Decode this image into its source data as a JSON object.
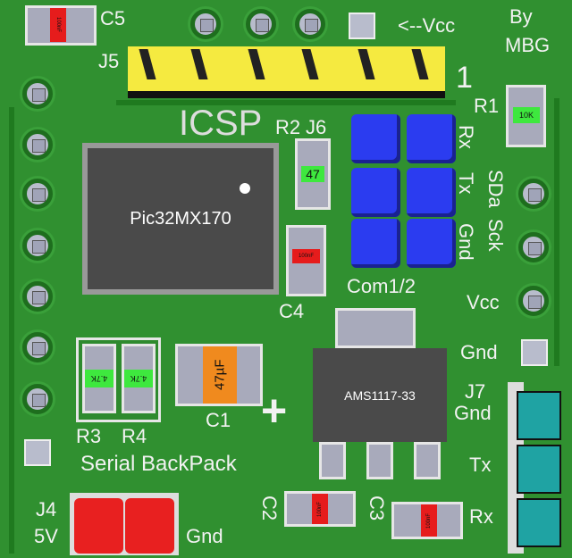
{
  "title": "By MBG",
  "labels": {
    "c5": "C5",
    "j5": "J5",
    "vcc_arrow": "<--Vcc",
    "by": "By",
    "mbg": "MBG",
    "pin1": "1",
    "r1": "R1",
    "icsp": "ICSP",
    "r2": "R2",
    "j6": "J6",
    "rx": "Rx",
    "tx": "Tx",
    "gnd": "Gnd",
    "sda": "SDa",
    "sck": "Sck",
    "c4": "C4",
    "com": "Com1/2",
    "vcc": "Vcc",
    "gnd2": "Gnd",
    "r3": "R3",
    "r4": "R4",
    "c1": "C1",
    "plus": "+",
    "j7": "J7",
    "j7_gnd": "Gnd",
    "j7_tx": "Tx",
    "j7_rx": "Rx",
    "backpack": "Serial BackPack",
    "j4": "J4",
    "v5": "5V",
    "j4_gnd": "Gnd",
    "c2": "C2",
    "c3": "C3"
  },
  "parts": {
    "mcu": "Pic32MX170",
    "regulator": "AMS1117-33",
    "c5_val": "100nF",
    "r1_val": "10K",
    "r2_val": "47",
    "c4_val": "100nF",
    "r3_val": "4.7K",
    "r4_val": "4.7K",
    "c1_val": "47µF",
    "c2_val": "100nF",
    "c3_val": "100nF"
  },
  "colors": {
    "board": "#309030",
    "header_yellow": "#f5ea40",
    "jumper_blue": "#2b3cf0",
    "header_teal": "#1fa3a3",
    "jumper_red": "#e82020"
  }
}
